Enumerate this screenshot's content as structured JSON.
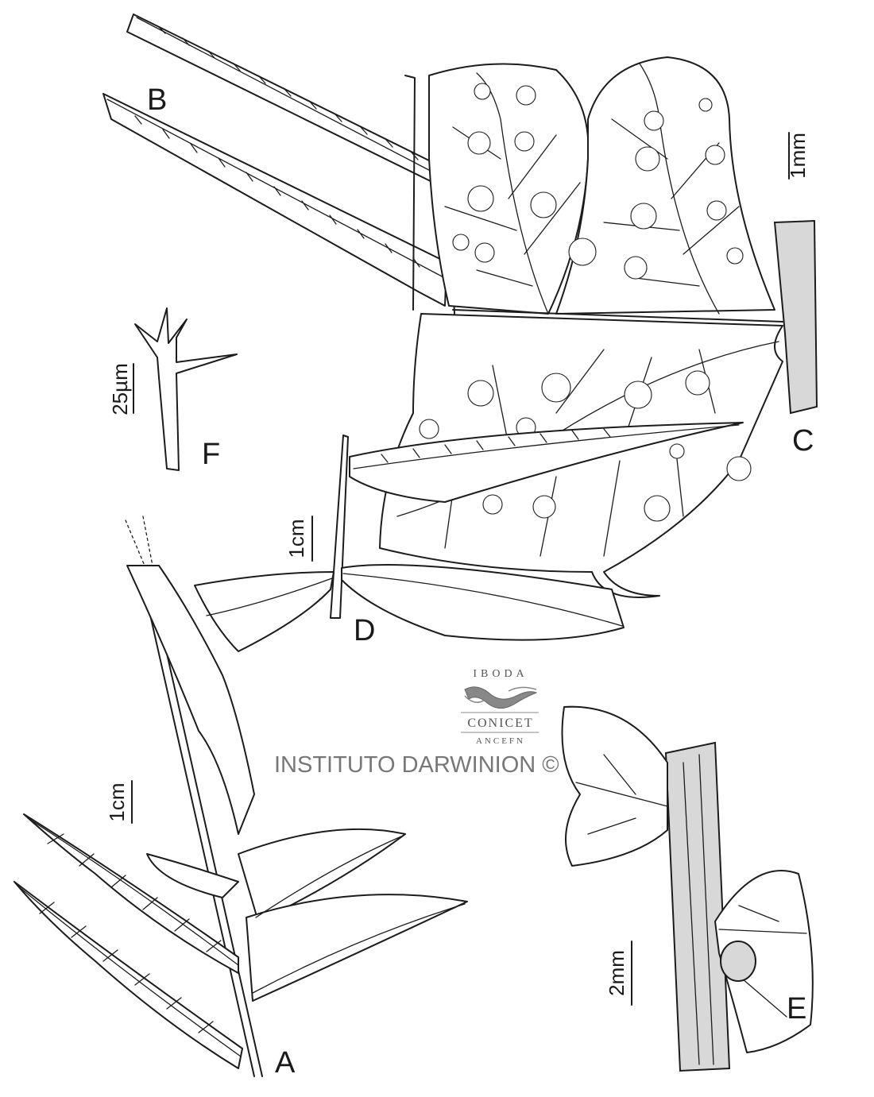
{
  "panels": {
    "A": {
      "label": "A",
      "scale": "1cm"
    },
    "B": {
      "label": "B"
    },
    "C": {
      "label": "C",
      "scale": "1mm"
    },
    "D": {
      "label": "D",
      "scale": "1cm"
    },
    "E": {
      "label": "E",
      "scale": "2mm"
    },
    "F": {
      "label": "F",
      "scale": "25µm"
    }
  },
  "logo": {
    "top": "IBODA",
    "middle": "CONICET",
    "bottom": "ANCEFN"
  },
  "credit": "INSTITUTO DARWINION ©",
  "colors": {
    "ink": "#1c1c1c",
    "logo": "#555555",
    "credit": "#777777"
  }
}
